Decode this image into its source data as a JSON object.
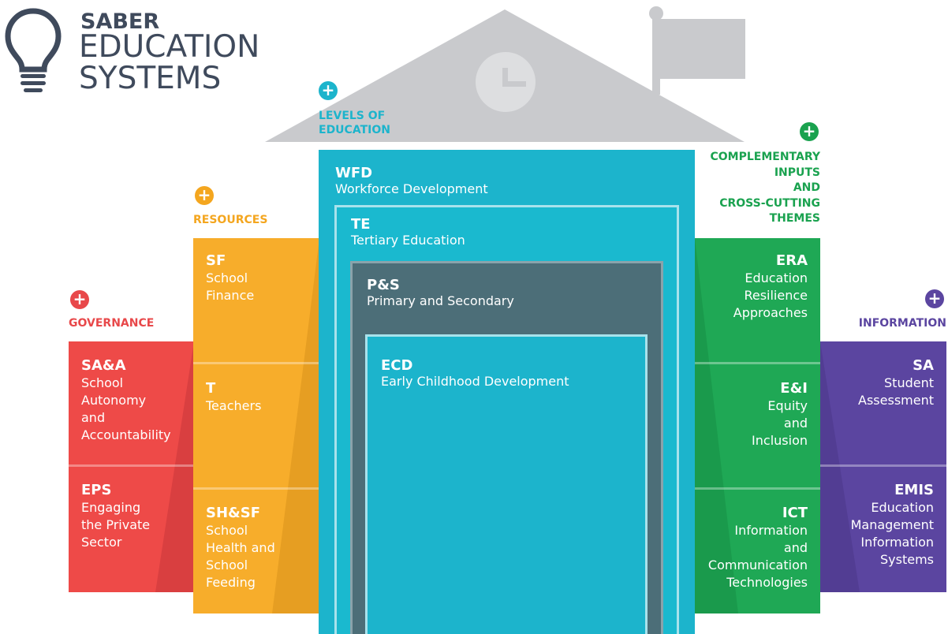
{
  "logo": {
    "line1": "SABER",
    "line2": "EDUCATION",
    "line3": "SYSTEMS",
    "icon": "lightbulb-icon"
  },
  "categories": {
    "governance": {
      "label": "GOVERNANCE",
      "color": "#e8484a"
    },
    "resources": {
      "label": "RESOURCES",
      "color": "#f4a61f"
    },
    "levels": {
      "label_line1": "LEVELS OF",
      "label_line2": "EDUCATION",
      "color": "#1cb4cc"
    },
    "complementary": {
      "lines": [
        "COMPLEMENTARY",
        "INPUTS",
        "AND",
        "CROSS-CUTTING",
        "THEMES"
      ],
      "color": "#1aa24f"
    },
    "information": {
      "label": "INFORMATION",
      "color": "#5b45a0"
    }
  },
  "governance": [
    {
      "code": "SA&A",
      "desc": "School\nAutonomy\nand\nAccountability"
    },
    {
      "code": "EPS",
      "desc": "Engaging\nthe Private\nSector"
    }
  ],
  "resources": [
    {
      "code": "SF",
      "desc": "School\nFinance"
    },
    {
      "code": "T",
      "desc": "Teachers"
    },
    {
      "code": "SH&SF",
      "desc": "School\nHealth and\nSchool\nFeeding"
    }
  ],
  "levels": [
    {
      "code": "WFD",
      "desc": "Workforce Development"
    },
    {
      "code": "TE",
      "desc": "Tertiary Education"
    },
    {
      "code": "P&S",
      "desc": "Primary and Secondary"
    },
    {
      "code": "ECD",
      "desc": "Early Childhood Development"
    }
  ],
  "complementary": [
    {
      "code": "ERA",
      "desc": "Education\nResilience\nApproaches"
    },
    {
      "code": "E&I",
      "desc": "Equity\nand\nInclusion"
    },
    {
      "code": "ICT",
      "desc": "Information\nand\nCommunication\nTechnologies"
    }
  ],
  "information": [
    {
      "code": "SA",
      "desc": "Student\nAssessment"
    },
    {
      "code": "EMIS",
      "desc": "Education\nManagement\nInformation\nSystems"
    }
  ],
  "colors": {
    "roof": "#c9cacd",
    "logo_text": "#3f4a5c",
    "wfd": "#1cb4cc",
    "ps": "#4c6e78",
    "complementary_label": "#1aa24f"
  }
}
